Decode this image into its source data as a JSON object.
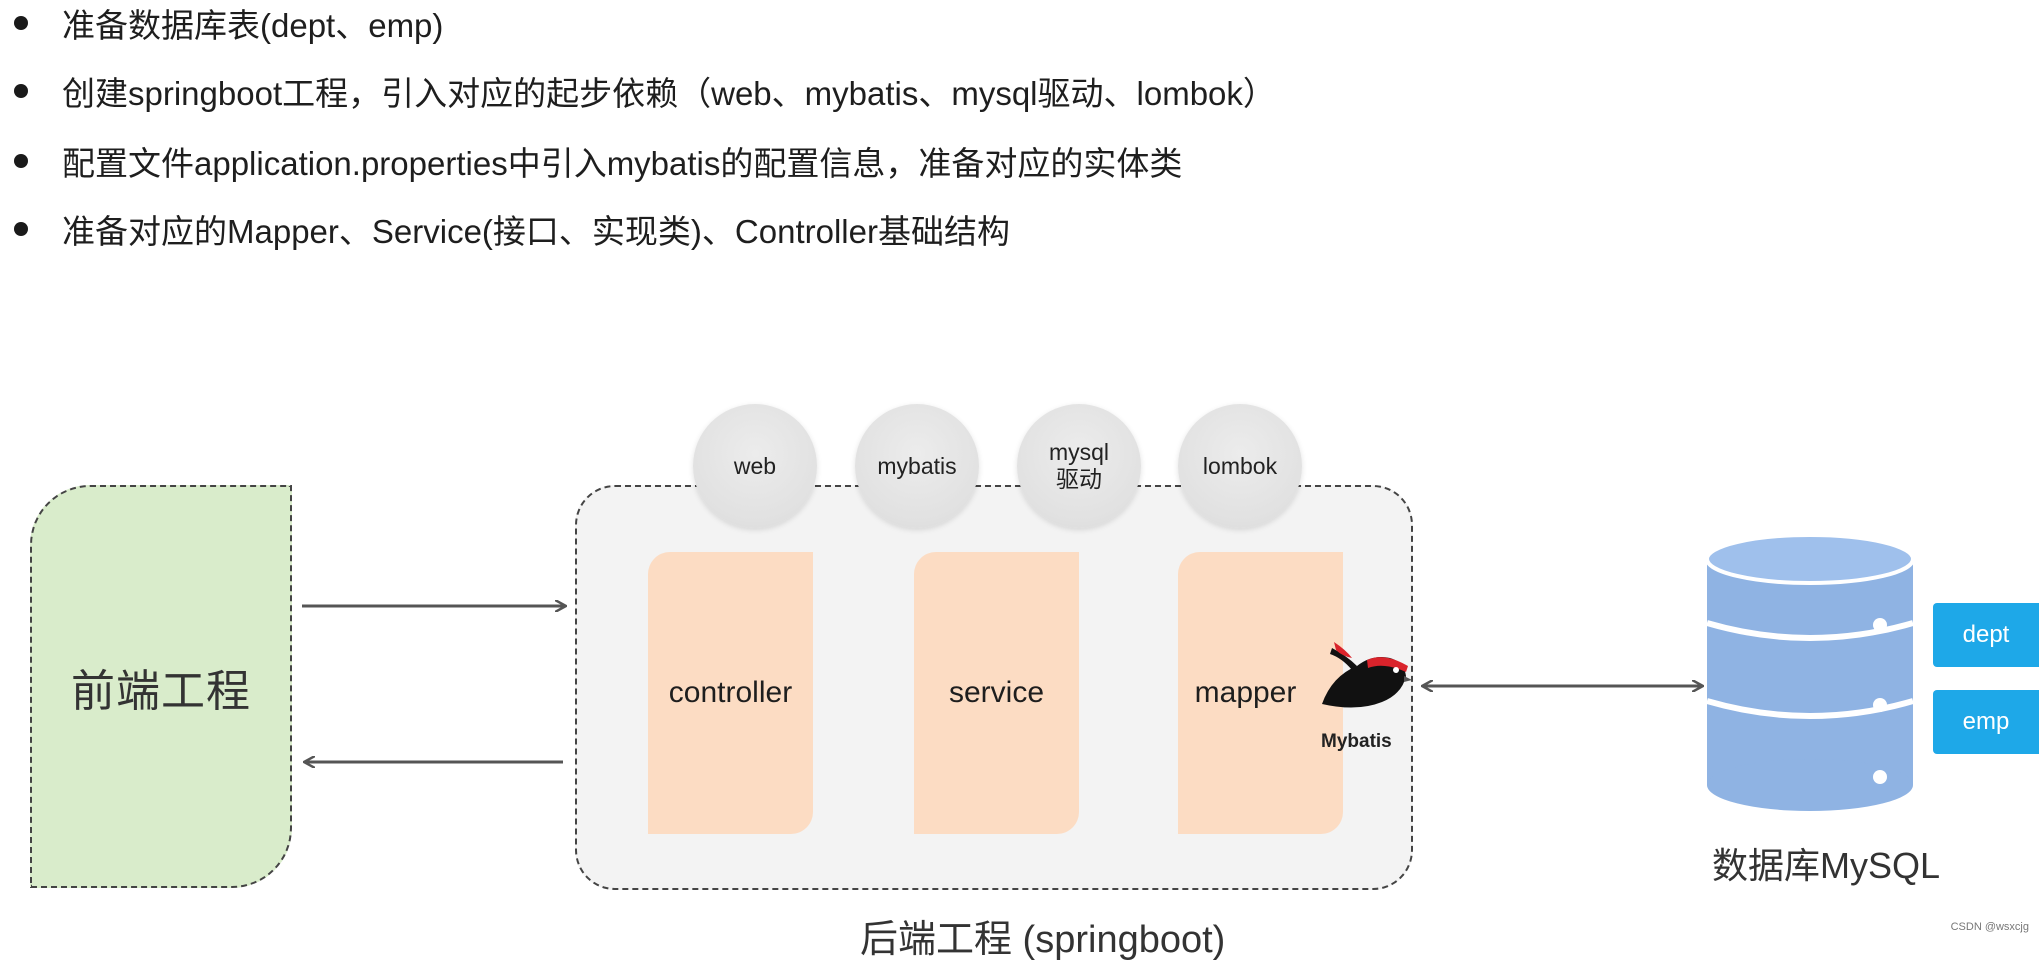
{
  "bullets": [
    "准备数据库表(dept、emp)",
    "创建springboot工程，引入对应的起步依赖（web、mybatis、mysql驱动、lombok）",
    "配置文件application.properties中引入mybatis的配置信息，准备对应的实体类",
    "准备对应的Mapper、Service(接口、实现类)、Controller基础结构"
  ],
  "frontend": {
    "label": "前端工程"
  },
  "backend": {
    "label": "后端工程 (springboot)",
    "dependencies": [
      {
        "line1": "web",
        "line2": ""
      },
      {
        "line1": "mybatis",
        "line2": ""
      },
      {
        "line1": "mysql",
        "line2": "驱动"
      },
      {
        "line1": "lombok",
        "line2": ""
      }
    ],
    "layers": [
      "controller",
      "service",
      "mapper"
    ],
    "mybatis_logo_label": "Mybatis"
  },
  "database": {
    "label": "数据库MySQL",
    "tables": [
      "dept",
      "emp"
    ]
  },
  "colors": {
    "frontend_fill": "#d9eccb",
    "backend_fill": "#f3f3f3",
    "layer_fill": "#fcdcc3",
    "db_blue": "#8fb3e3",
    "table_tag": "#1ea8e8"
  },
  "icons": [
    "mybatis-bird-icon",
    "database-cylinder-icon"
  ],
  "watermark": "CSDN @wsxcjg"
}
